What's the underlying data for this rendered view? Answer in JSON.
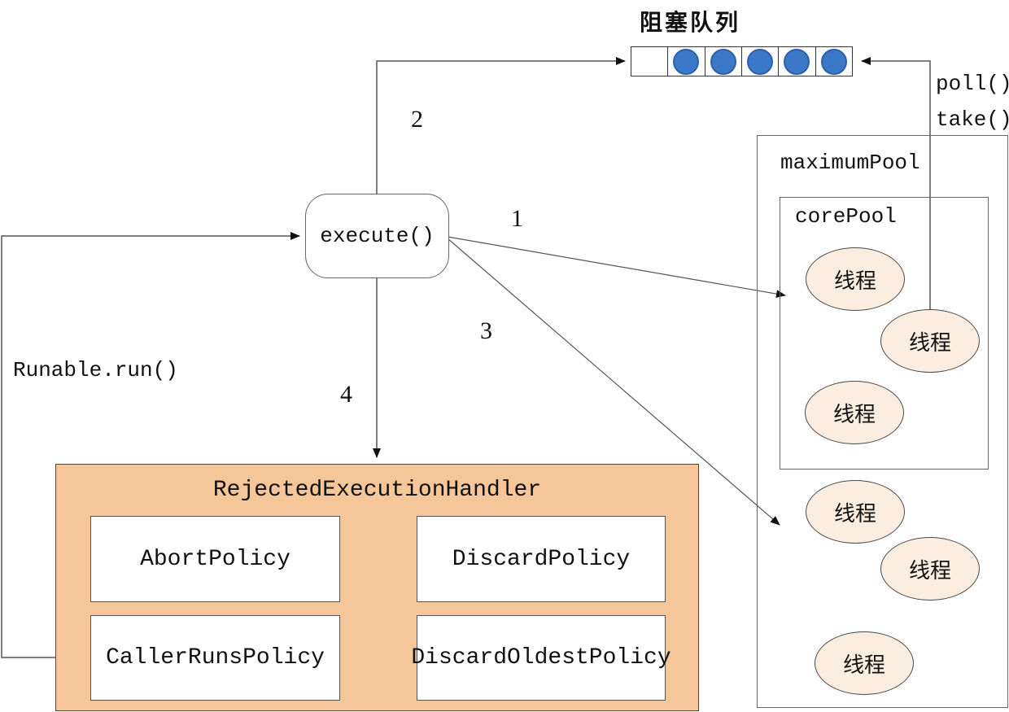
{
  "diagram": {
    "queue": {
      "title": "阻塞队列",
      "cells": 6,
      "filled": [
        false,
        true,
        true,
        true,
        true,
        true
      ]
    },
    "execute_label": "execute()",
    "flow_labels": {
      "step1": "1",
      "step2": "2",
      "step3": "3",
      "step4": "4",
      "poll": "poll()",
      "take": "take()",
      "runable": "Runable.run()"
    },
    "maximum_pool": {
      "title": "maximumPool"
    },
    "core_pool": {
      "title": "corePool"
    },
    "thread_label": "线程",
    "thread_count_core": 3,
    "thread_count_extra": 3,
    "handler": {
      "title": "RejectedExecutionHandler",
      "policies": [
        "AbortPolicy",
        "DiscardPolicy",
        "CallerRunsPolicy",
        "DiscardOldestPolicy"
      ]
    },
    "colors": {
      "handler_bg": "#F6C69B",
      "thread_fill": "#FBEDE0",
      "queue_dot_fill": "#3B78C8",
      "queue_dot_border": "#2F5FA8",
      "line": "#555555"
    }
  }
}
